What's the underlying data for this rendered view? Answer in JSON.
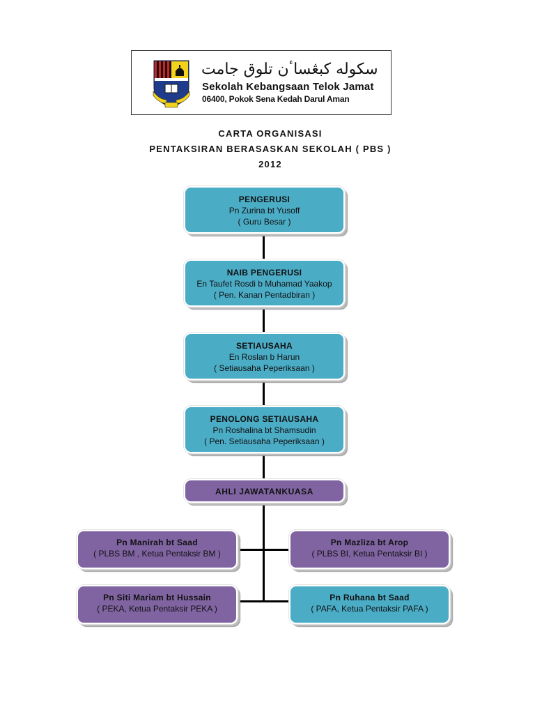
{
  "header": {
    "jawi_name": "سکوله کبڠساٴن تلوق جامت",
    "school_name": "Sekolah  Kebangsaan Telok Jamat",
    "address": "06400, Pokok Sena  Kedah Darul Aman",
    "crest_icon": "school-crest-icon"
  },
  "title": {
    "line1": "CARTA ORGANISASI",
    "line2": "PENTAKSIRAN BERASASKAN SEKOLAH ( PBS )",
    "line3": "2012"
  },
  "colors": {
    "blue_node": "#4bacc6",
    "purple_node": "#8064a2",
    "connector": "#000000"
  },
  "hierarchy": [
    {
      "role": "PENGERUSI",
      "name": "Pn Zurina bt Yusoff",
      "desc": "( Guru Besar )",
      "color": "blue"
    },
    {
      "role": "NAIB PENGERUSI",
      "name": "En Taufet Rosdi b Muhamad Yaakop",
      "desc": "( Pen. Kanan Pentadbiran )",
      "color": "blue"
    },
    {
      "role": "SETIAUSAHA",
      "name": "En Roslan b Harun",
      "desc": "( Setiausaha Peperiksaan )",
      "color": "blue"
    },
    {
      "role": "PENOLONG SETIAUSAHA",
      "name": "Pn Roshalina bt Shamsudin",
      "desc": "( Pen. Setiausaha Peperiksaan )",
      "color": "blue"
    }
  ],
  "committee": {
    "label": "AHLI JAWATANKUASA",
    "members": [
      {
        "name": "Pn Manirah bt Saad",
        "desc": "( PLBS BM , Ketua Pentaksir BM  )",
        "color": "purple"
      },
      {
        "name": "Pn Mazliza bt Arop",
        "desc": "( PLBS BI, Ketua Pentaksir BI )",
        "color": "purple"
      },
      {
        "name": "Pn Siti Mariam bt Hussain",
        "desc": "( PEKA, Ketua Pentaksir PEKA )",
        "color": "purple"
      },
      {
        "name": "Pn Ruhana bt Saad",
        "desc": "( PAFA, Ketua Pentaksir PAFA )",
        "color": "blue"
      }
    ]
  }
}
